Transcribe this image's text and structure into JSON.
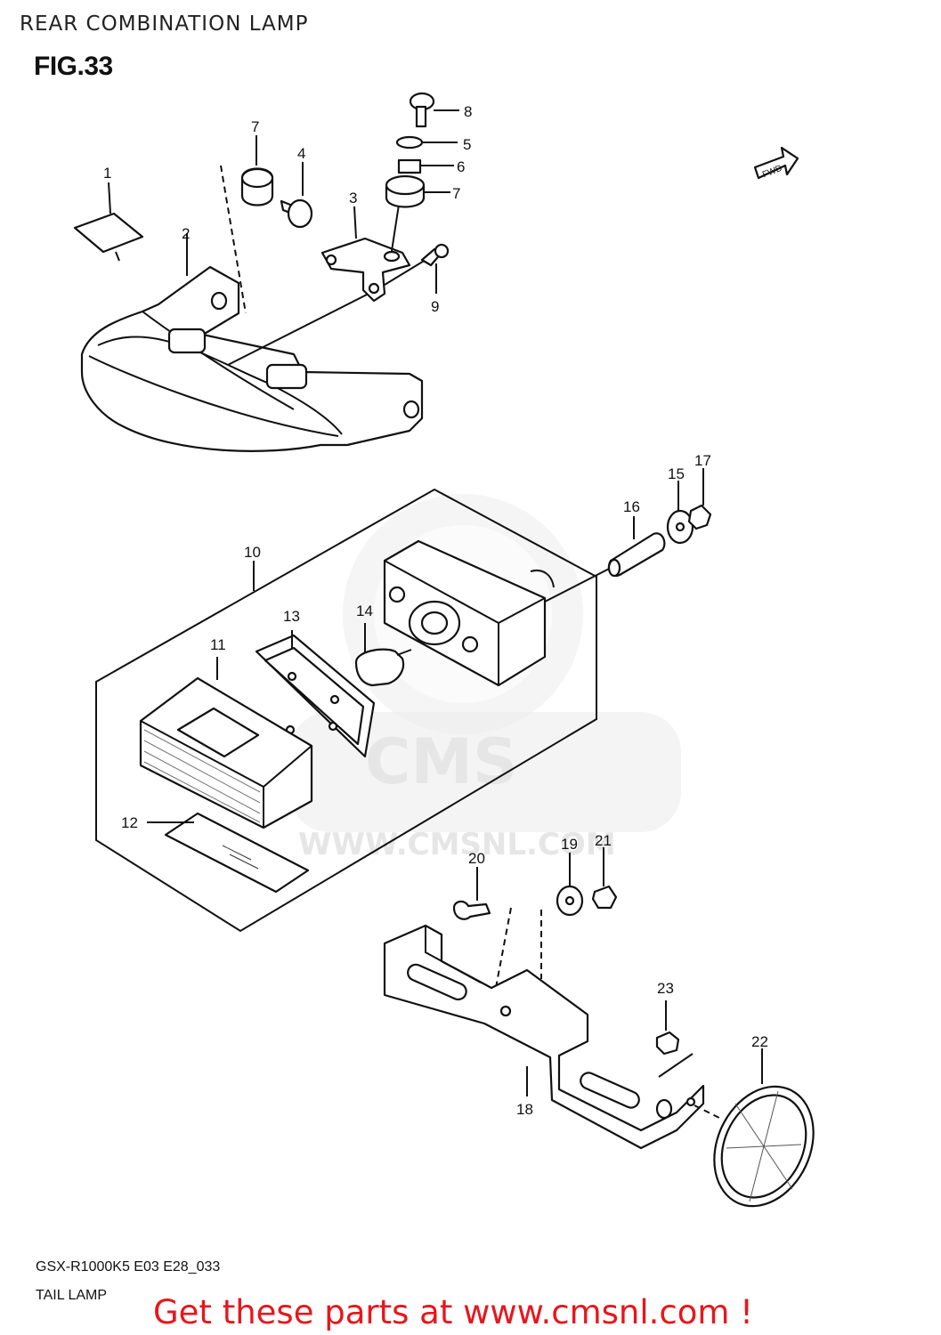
{
  "header": {
    "title": "REAR COMBINATION LAMP",
    "figure": "FIG.33"
  },
  "watermark": {
    "brand": "CMS",
    "url": "WWW.CMSNL.COM"
  },
  "forward_marker": "FWD",
  "callouts": [
    {
      "id": "callout-1",
      "label": "1"
    },
    {
      "id": "callout-2",
      "label": "2"
    },
    {
      "id": "callout-3",
      "label": "3"
    },
    {
      "id": "callout-4",
      "label": "4"
    },
    {
      "id": "callout-5",
      "label": "5"
    },
    {
      "id": "callout-6",
      "label": "6"
    },
    {
      "id": "callout-7a",
      "label": "7"
    },
    {
      "id": "callout-7b",
      "label": "7"
    },
    {
      "id": "callout-8",
      "label": "8"
    },
    {
      "id": "callout-9",
      "label": "9"
    },
    {
      "id": "callout-10",
      "label": "10"
    },
    {
      "id": "callout-11",
      "label": "11"
    },
    {
      "id": "callout-12",
      "label": "12"
    },
    {
      "id": "callout-13",
      "label": "13"
    },
    {
      "id": "callout-14",
      "label": "14"
    },
    {
      "id": "callout-15",
      "label": "15"
    },
    {
      "id": "callout-16",
      "label": "16"
    },
    {
      "id": "callout-17",
      "label": "17"
    },
    {
      "id": "callout-18",
      "label": "18"
    },
    {
      "id": "callout-19",
      "label": "19"
    },
    {
      "id": "callout-20",
      "label": "20"
    },
    {
      "id": "callout-21",
      "label": "21"
    },
    {
      "id": "callout-22",
      "label": "22"
    },
    {
      "id": "callout-23",
      "label": "23"
    }
  ],
  "footer": {
    "model_code": "GSX-R1000K5 E03 E28_033",
    "section": "TAIL LAMP",
    "promo": "Get these parts at www.cmsnl.com !"
  }
}
